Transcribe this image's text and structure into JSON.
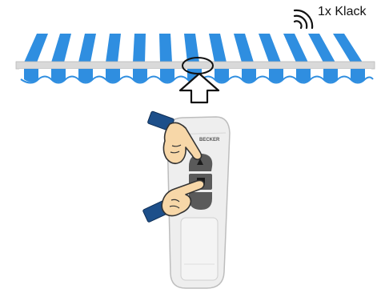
{
  "indicator": {
    "label": "1x Klack",
    "icon": "sound-waves-icon"
  },
  "awning": {
    "stripe_color": "#2f8ee0",
    "frame_color": "#d9d9d9"
  },
  "arrow": {
    "direction": "up",
    "icon": "up-arrow-icon"
  },
  "remote": {
    "brand": "BECKER",
    "button_color": "#5a5a5a",
    "body_color": "#eeeeee"
  },
  "hands": {
    "count": 2,
    "cuff_color": "#1d4f8a",
    "skin_color": "#f7d7a8"
  }
}
